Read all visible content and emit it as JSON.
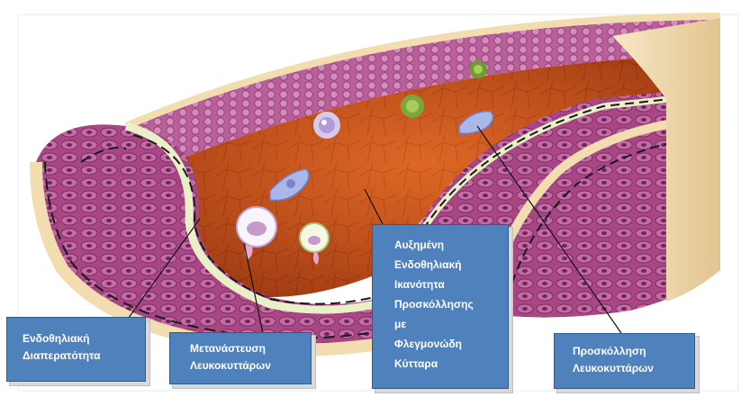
{
  "labels": {
    "endothelial_permeability": [
      "Ενδοθηλιακή",
      "Διαπερατότητα"
    ],
    "leukocyte_migration": [
      "Μετανάστευση",
      "Λευκοκυττάρων"
    ],
    "increased_adhesion_capacity": [
      "Αυξημένη",
      "Ενδοθηλιακή",
      "Ικανότητα",
      "Προσκόλλησης",
      "με",
      "Φλεγμονώδη",
      "Κύτταρα"
    ],
    "leukocyte_adhesion": [
      "Προσκόλληση",
      "Λευκοκυττάρων"
    ]
  },
  "colors": {
    "lumen": "#d6561a",
    "lumen_dark": "#8f2a0c",
    "intima": "#c4609a",
    "media": "#9b3f7a",
    "adventitia": "#f2ddb0",
    "elastic_layer": "#e9f0c8",
    "label_fill": "#4f81bd"
  }
}
